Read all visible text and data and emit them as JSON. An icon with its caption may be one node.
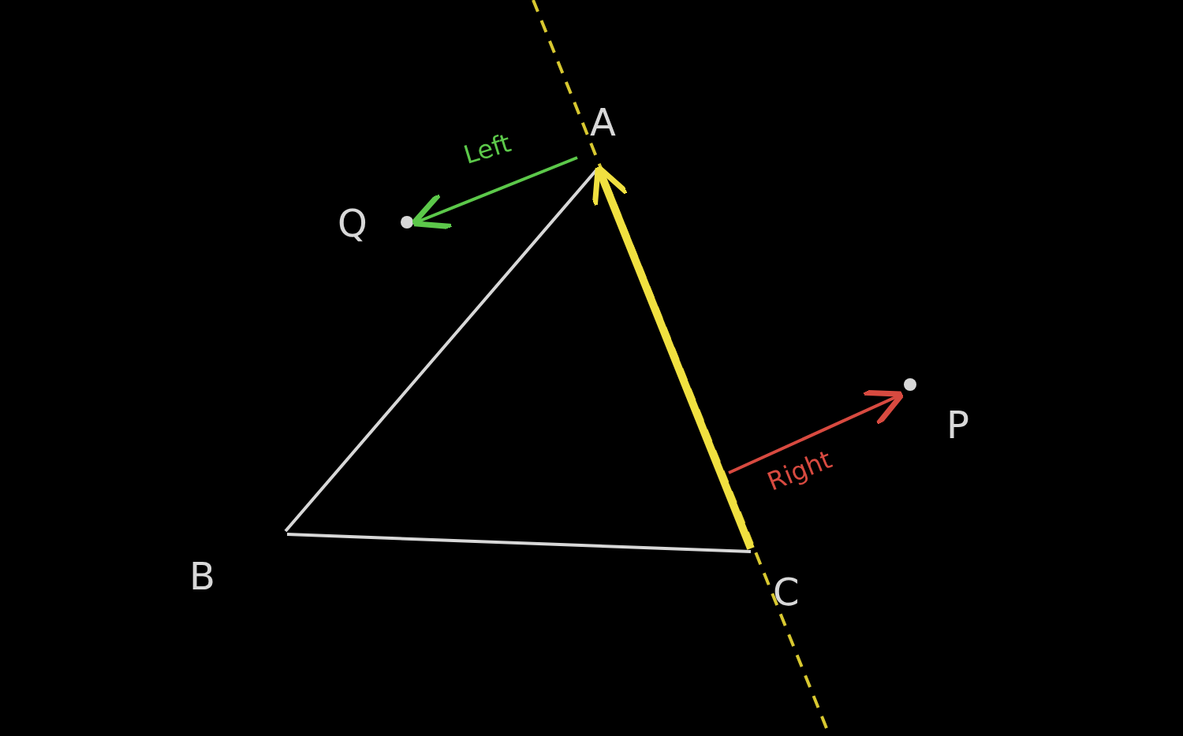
{
  "diagram": {
    "nodes": [
      {
        "text": [
          "A"
        ]
      },
      {
        "text": [
          "Q"
        ]
      },
      {
        "text": [
          "B"
        ]
      },
      {
        "text": [
          "C"
        ]
      },
      {
        "text": [
          "P"
        ]
      }
    ],
    "edges": [
      {
        "from": 2,
        "to": 0,
        "arrow": "none"
      },
      {
        "from": 2,
        "to": 3,
        "arrow": "none"
      },
      {
        "from": 3,
        "to": 0,
        "arrow": "to",
        "style": "thick",
        "color": "#f0e040"
      },
      {
        "from": 0,
        "to": 1,
        "arrow": "to",
        "label": "Left",
        "color": "#5cc84a"
      },
      {
        "from": null,
        "to": 4,
        "arrow": "to",
        "label": "Right",
        "color": "#d84a40"
      }
    ]
  }
}
